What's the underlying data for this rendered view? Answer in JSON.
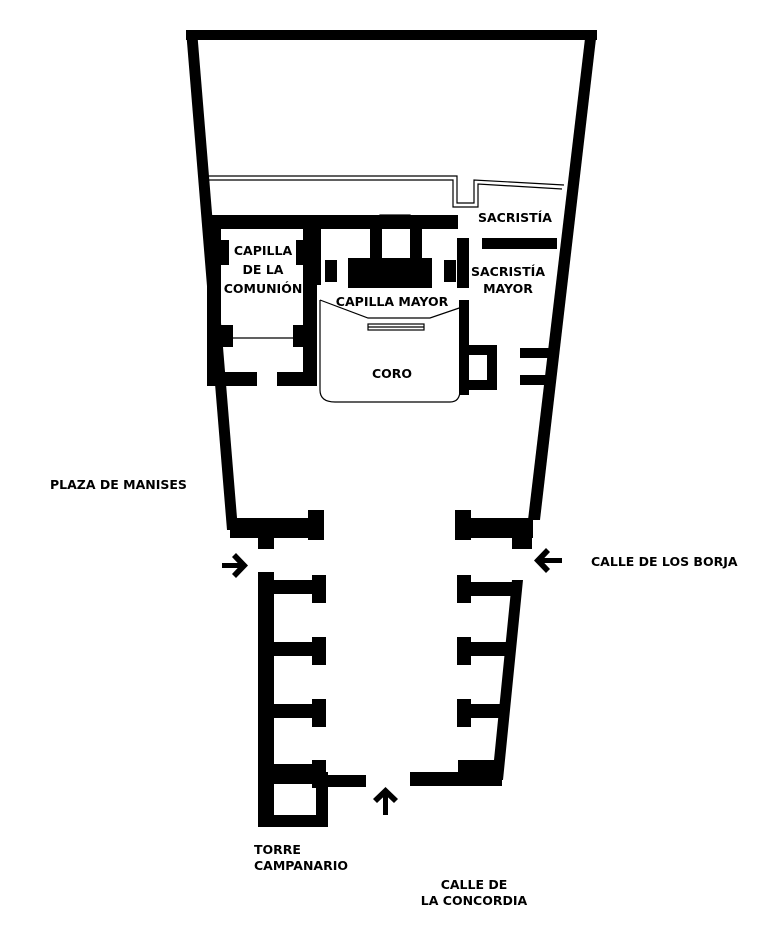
{
  "labels": {
    "sacristia": "SACRISTÍA",
    "capilla_comunion": [
      "CAPILLA",
      "DE LA",
      "COMUNIÓN"
    ],
    "capilla_mayor": "CAPILLA MAYOR",
    "sacristia_mayor": [
      "SACRISTÍA",
      "MAYOR"
    ],
    "coro": "CORO",
    "plaza_manises": "PLAZA DE MANISES",
    "calle_borja": "CALLE DE LOS BORJA",
    "torre": [
      "TORRE",
      "CAMPANARIO"
    ],
    "calle_concordia": [
      "CALLE DE",
      "LA CONCORDIA"
    ]
  },
  "colors": {
    "wall": "#000000",
    "background": "#ffffff"
  }
}
